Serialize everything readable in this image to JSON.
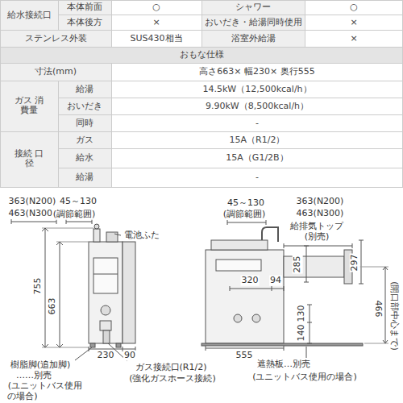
{
  "diagram": {
    "labels": [
      "給水接続口",
      "本体前面",
      "○",
      "シャワー",
      "○",
      "本体後方",
      "×",
      "おいだき・給湯同時使用",
      "×",
      "ステンレス外装",
      "SUS430相当",
      "浴室外給湯",
      "×",
      "おもな仕様",
      "寸法(mm)",
      "高さ663× 幅230× 奥行555",
      "ガス 消費量",
      "給湯",
      "14.5kW（12,500kcal/h）",
      "おいだき",
      "9.90kW（8,500kcal/h）",
      "同時",
      "-",
      "接続 口径",
      "ガス",
      "15A（R1/2）",
      "給水",
      "15A（G1/2B）",
      "給湯",
      "-",
      "363(N200)",
      "463(N300)",
      "45～130",
      "(調節範囲)",
      "電池ふた",
      "755",
      "663",
      "230",
      "90",
      "樹脂脚(追加脚)",
      "……別売",
      "(ユニットバス使用",
      "の場合)",
      "ガス接続口(R1/2)",
      "(強化ガスホース接続)",
      "45～130",
      "(調節範囲)",
      "363(N200)",
      "463(N300)",
      "給排気トップ",
      "(別売)",
      "285",
      "297",
      "320",
      "94",
      "130",
      "140",
      "466",
      "(開口部中心まで)",
      "555",
      "遮熱板…別売",
      "(ユニットバス使用の場合)"
    ]
  }
}
